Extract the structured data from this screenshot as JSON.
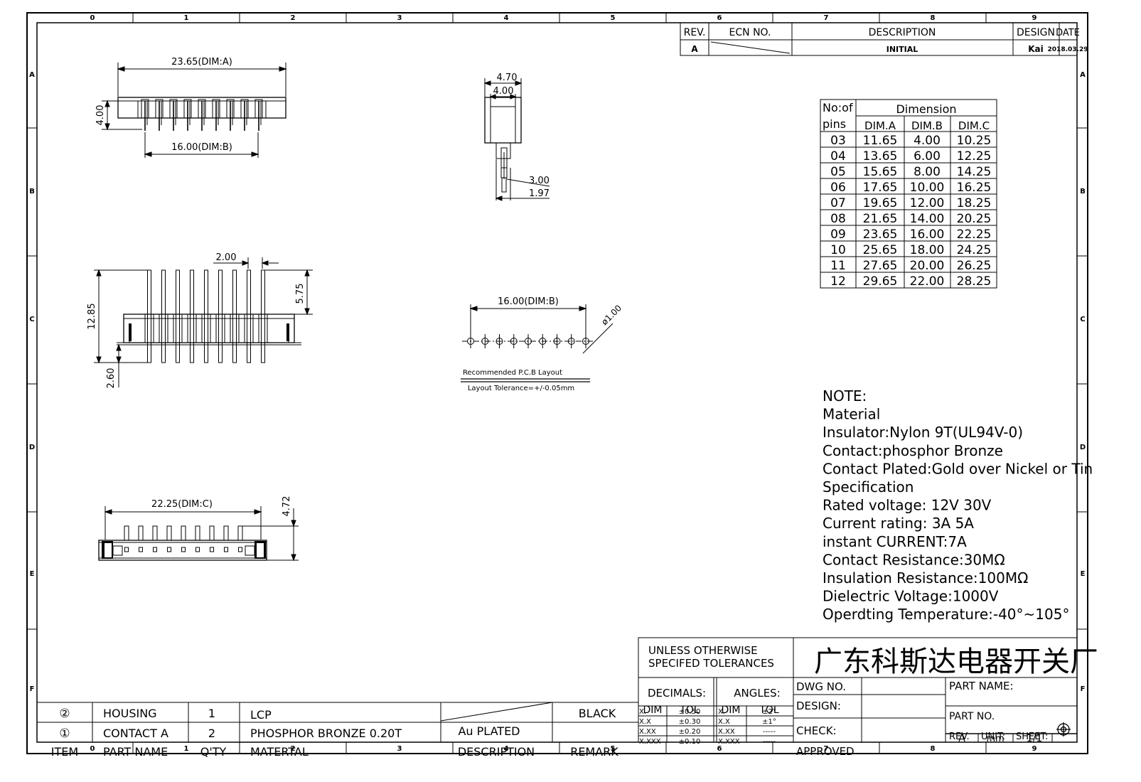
{
  "zones": {
    "columns_top": [
      "0",
      "1",
      "2",
      "3",
      "4",
      "5",
      "6",
      "7",
      "8",
      "9"
    ],
    "columns_bottom": [
      "0",
      "1",
      "2",
      "3",
      "4",
      "5",
      "6",
      "7",
      "8",
      "9"
    ],
    "rows": [
      "A",
      "B",
      "C",
      "D",
      "E",
      "F"
    ]
  },
  "revision_block": {
    "headers": [
      "REV.",
      "ECN NO.",
      "DESCRIPTION",
      "DESIGN",
      "DATE"
    ],
    "row": {
      "rev": "A",
      "ecn": "",
      "description": "INITIAL",
      "design": "Kai",
      "date": "2018.03.29"
    }
  },
  "dimension_table": {
    "pins_header_1": "No:of",
    "pins_header_2": "pins",
    "group_header": "Dimension",
    "columns": [
      "DIM.A",
      "DIM.B",
      "DIM.C"
    ],
    "rows": [
      [
        "03",
        "11.65",
        "4.00",
        "10.25"
      ],
      [
        "04",
        "13.65",
        "6.00",
        "12.25"
      ],
      [
        "05",
        "15.65",
        "8.00",
        "14.25"
      ],
      [
        "06",
        "17.65",
        "10.00",
        "16.25"
      ],
      [
        "07",
        "19.65",
        "12.00",
        "18.25"
      ],
      [
        "08",
        "21.65",
        "14.00",
        "20.25"
      ],
      [
        "09",
        "23.65",
        "16.00",
        "22.25"
      ],
      [
        "10",
        "25.65",
        "18.00",
        "24.25"
      ],
      [
        "11",
        "27.65",
        "20.00",
        "26.25"
      ],
      [
        "12",
        "29.65",
        "22.00",
        "28.25"
      ]
    ]
  },
  "dimensions": {
    "top_view_width": "23.65(DIM:A)",
    "top_view_height": "4.00",
    "top_view_pitch_span": "16.00(DIM:B)",
    "side_outer": "4.70",
    "side_inner": "4.00",
    "side_tail_1": "3.00",
    "side_tail_2": "1.97",
    "front_pitch": "2.00",
    "front_pin_above": "5.75",
    "front_total_height": "12.85",
    "front_below": "2.60",
    "pcb_span": "16.00(DIM:B)",
    "pcb_hole": "ø1.00",
    "bottom_width": "22.25(DIM:C)",
    "bottom_height": "4.72"
  },
  "pcb_notes": {
    "line1": "Recommended P.C.B Layout",
    "line2": "Layout Tolerance=+/-0.05mm"
  },
  "notes": [
    "NOTE:",
    "Material",
    "Insulator:Nylon 9T(UL94V-0)",
    "Contact:phosphor Bronze",
    "Contact Plated:Gold over Nickel or Tin",
    "Specification",
    "Rated voltage: 12V 30V",
    "Current rating: 3A 5A",
    "instant CURRENT:7A",
    "Contact Resistance:30MΩ",
    "Insulation Resistance:100MΩ",
    "Dielectric Voltage:1000V",
    "Operdting Temperature:-40°~105°"
  ],
  "bom": {
    "rows": [
      {
        "item": "②",
        "part": "HOUSING",
        "qty": "1",
        "material": "LCP",
        "description": "",
        "remark": "BLACK"
      },
      {
        "item": "①",
        "part": "CONTACT A",
        "qty": "2",
        "material": "PHOSPHOR BRONZE 0.20T",
        "description": "Au PLATED",
        "remark": ""
      }
    ],
    "header": {
      "item": "ITEM",
      "part": "PART NAME",
      "qty": "Q'TY",
      "material": "MATERTAL",
      "description": "DESCRIPTION",
      "remark": "REMARK"
    }
  },
  "tolerance": {
    "title_1": "UNLESS OTHERWISE",
    "title_2": "SPECIFED TOLERANCES",
    "decimals": "DECIMALS:",
    "angles": "ANGLES:",
    "dim": "DIM",
    "tol": "TOL",
    "decimal_rows": [
      [
        "X.",
        "±0.50"
      ],
      [
        "X.X",
        "±0.30"
      ],
      [
        "X.XX",
        "±0.20"
      ],
      [
        "X.XXX",
        "±0.10"
      ]
    ],
    "angle_rows": [
      [
        "X.",
        "±2°"
      ],
      [
        "X.X",
        "±1°"
      ],
      [
        "X.XX",
        "-----"
      ],
      [
        "X.XXX",
        "-----"
      ]
    ]
  },
  "title_block": {
    "company": "广东科斯达电器开关厂",
    "dwg_no": "DWG NO.",
    "design": "DESIGN:",
    "check": "CHECK:",
    "approved": "APPROVED",
    "part_name": "PART NAME:",
    "part_no": "PART NO.",
    "rev_label": "REV.",
    "rev_value": "A",
    "unit_label": "UNIT:",
    "unit_value": "mm",
    "sheet_label": "SHEET:",
    "sheet_value": "1/1"
  }
}
